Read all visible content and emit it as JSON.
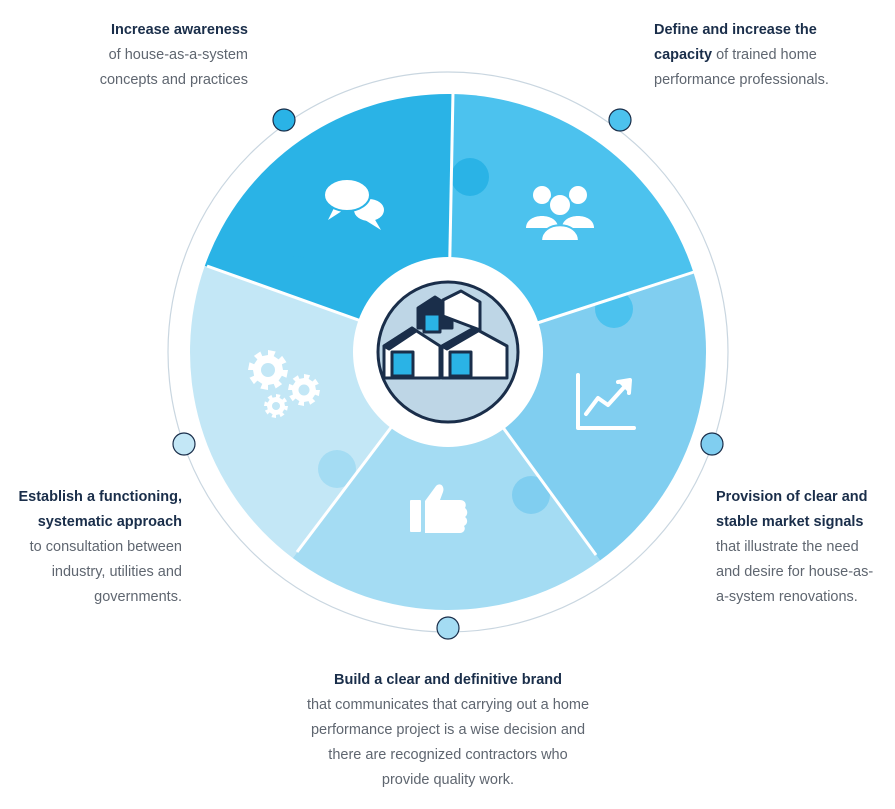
{
  "colors": {
    "seg_awareness": "#2ab3e6",
    "seg_capacity": "#4cc2ee",
    "seg_signals": "#80cef0",
    "seg_brand": "#a4dcf3",
    "seg_systematic": "#c3e7f6",
    "ring": "#c9d6e0",
    "navy": "#1a2e4a",
    "text": "#5f6670"
  },
  "icons": {
    "awareness": "speech-bubbles-icon",
    "capacity": "people-group-icon",
    "signals": "growth-chart-icon",
    "brand": "thumbs-up-icon",
    "systematic": "gears-icon",
    "center": "houses-icon"
  },
  "labels": {
    "awareness": {
      "bold_lines": [
        "Increase awareness"
      ],
      "lines": [
        "of house-as-a-system",
        "concepts and practices"
      ]
    },
    "capacity": {
      "line1": "Define and increase the",
      "line2_bold": "capacity",
      "line2_rest": " of trained home",
      "line3": "performance professionals."
    },
    "signals": {
      "bold_lines": [
        "Provision of clear and",
        "stable market signals"
      ],
      "lines": [
        "that illustrate the need",
        "and desire for house-as-",
        "a-system renovations."
      ]
    },
    "brand": {
      "bold_lines": [
        "Build a clear and definitive brand"
      ],
      "lines": [
        "that communicates that carrying out a home",
        "performance project is a wise decision and",
        "there are recognized contractors who",
        "provide quality work."
      ]
    },
    "systematic": {
      "bold_lines": [
        "Establish a functioning,",
        "systematic approach"
      ],
      "lines": [
        "to consultation between",
        "industry, utilities and",
        "governments."
      ]
    }
  }
}
